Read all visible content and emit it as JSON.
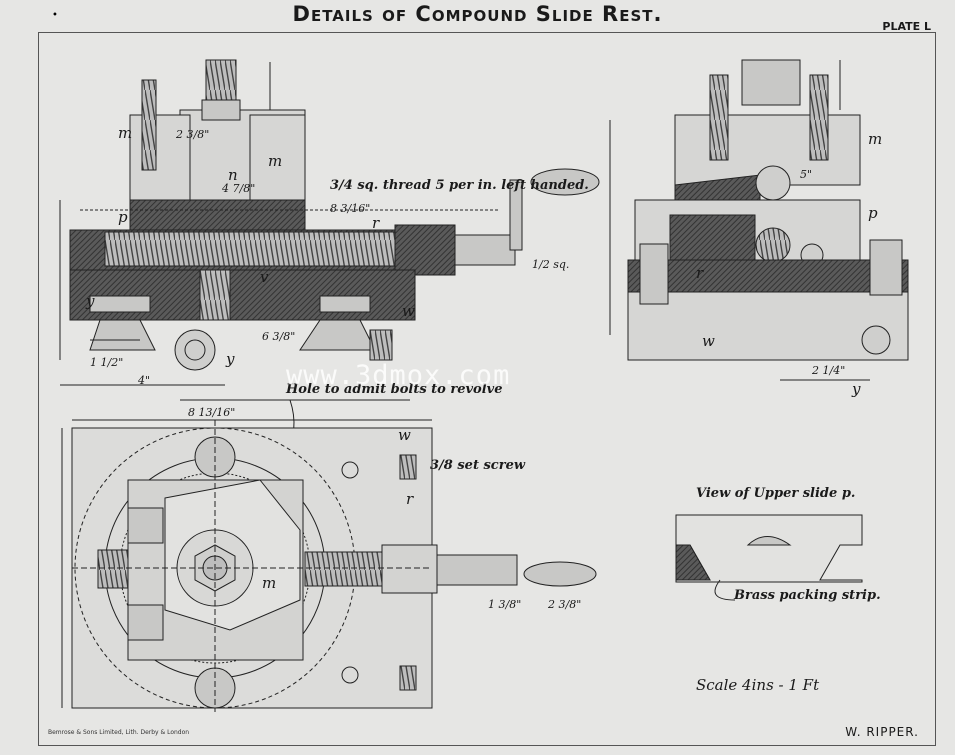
{
  "title": "Details of Compound Slide Rest.",
  "plate": "PLATE L",
  "annotations": {
    "thread": "3/4 sq. thread 5 per in. left handed.",
    "hole_note": "Hole to admit bolts to revolve",
    "set_screw": "3/8 set screw",
    "view_title": "View of Upper slide p.",
    "packing": "Brass packing strip.",
    "scale": "Scale 4ins - 1 Ft",
    "sq": "1/2 sq."
  },
  "part_labels": {
    "m": "m",
    "n": "n",
    "p": "p",
    "r": "r",
    "w": "w",
    "y": "y",
    "v": "v"
  },
  "dimensions": {
    "d1": "2 3/8\"",
    "d2": "4 7/8\"",
    "d3": "8 3/16\"",
    "d4": "1 1/2\"",
    "d5": "4\"",
    "d6": "6 3/8\"",
    "d7": "8 13/16\"",
    "d8": "5\"",
    "d9": "2 1/4\"",
    "d10": "1 3/8\"",
    "d11": "2 3/8\""
  },
  "watermark": "www.3dmox.com",
  "imprint": "Bemrose & Sons Limited, Lith. Derby & London",
  "signature": "W. RIPPER."
}
